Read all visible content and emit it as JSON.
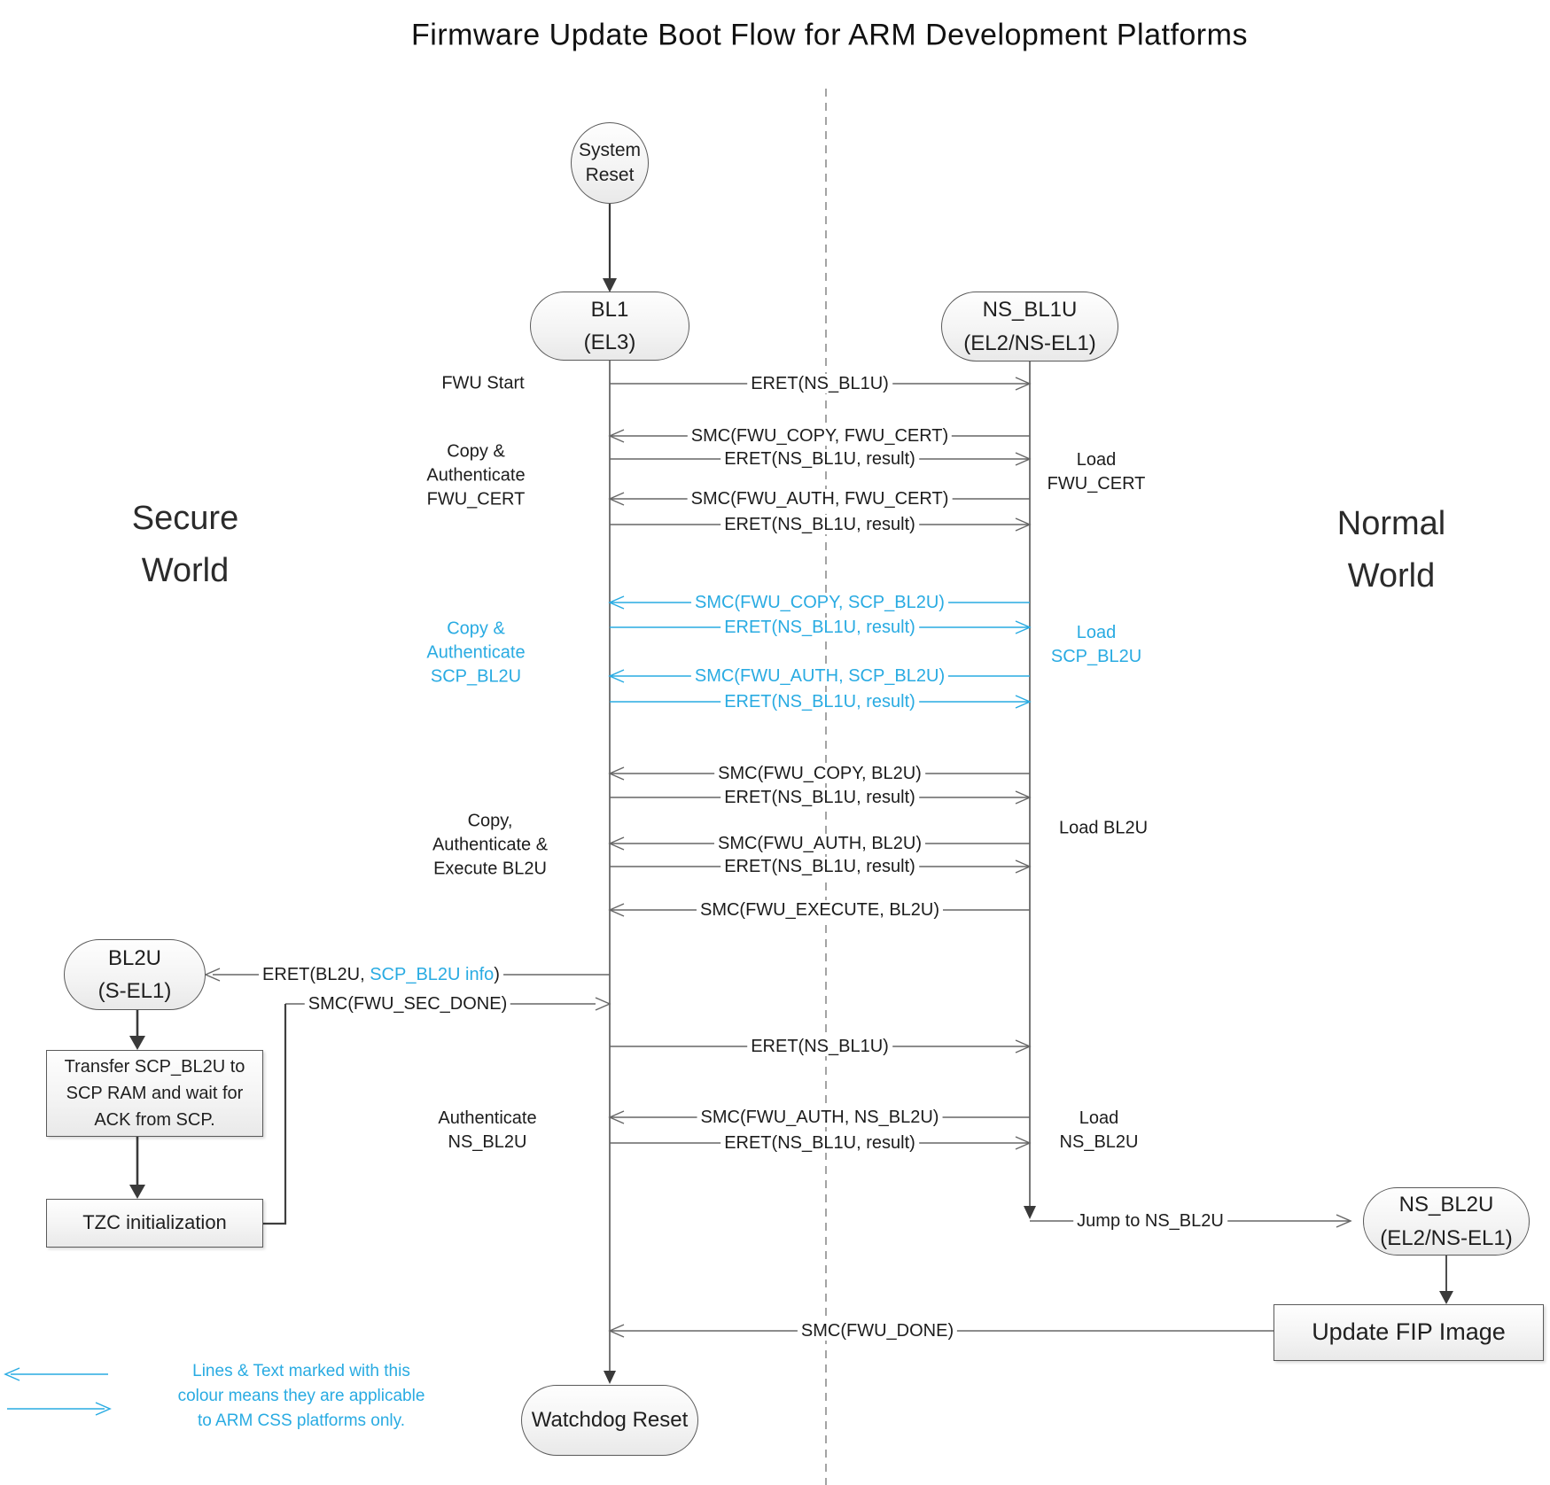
{
  "title": "Firmware Update Boot Flow for ARM Development Platforms",
  "world_labels": {
    "secure": "Secure\nWorld",
    "normal": "Normal\nWorld"
  },
  "nodes": {
    "system_reset": "System\nReset",
    "bl1": "BL1\n(EL3)",
    "ns_bl1u": "NS_BL1U\n(EL2/NS-EL1)",
    "bl2u": "BL2U\n(S-EL1)",
    "ns_bl2u": "NS_BL2U\n(EL2/NS-EL1)",
    "update_fip": "Update FIP Image",
    "watchdog_reset": "Watchdog Reset",
    "transfer_scp": "Transfer SCP_BL2U to\nSCP RAM and wait for\nACK from SCP.",
    "tzc": "TZC initialization"
  },
  "messages": [
    {
      "text": "ERET(NS_BL1U)",
      "dir": "right",
      "color": "black"
    },
    {
      "text": "SMC(FWU_COPY, FWU_CERT)",
      "dir": "left",
      "color": "black"
    },
    {
      "text": "ERET(NS_BL1U, result)",
      "dir": "right",
      "color": "black"
    },
    {
      "text": "SMC(FWU_AUTH, FWU_CERT)",
      "dir": "left",
      "color": "black"
    },
    {
      "text": "ERET(NS_BL1U, result)",
      "dir": "right",
      "color": "black"
    },
    {
      "text": "SMC(FWU_COPY, SCP_BL2U)",
      "dir": "left",
      "color": "blue"
    },
    {
      "text": "ERET(NS_BL1U, result)",
      "dir": "right",
      "color": "blue"
    },
    {
      "text": "SMC(FWU_AUTH, SCP_BL2U)",
      "dir": "left",
      "color": "blue"
    },
    {
      "text": "ERET(NS_BL1U, result)",
      "dir": "right",
      "color": "blue"
    },
    {
      "text": "SMC(FWU_COPY, BL2U)",
      "dir": "left",
      "color": "black"
    },
    {
      "text": "ERET(NS_BL1U, result)",
      "dir": "right",
      "color": "black"
    },
    {
      "text": "SMC(FWU_AUTH, BL2U)",
      "dir": "left",
      "color": "black"
    },
    {
      "text": "ERET(NS_BL1U, result)",
      "dir": "right",
      "color": "black"
    },
    {
      "text": "SMC(FWU_EXECUTE, BL2U)",
      "dir": "left",
      "color": "black"
    },
    {
      "pre": "ERET(BL2U, ",
      "highlight": "SCP_BL2U info",
      "post": ")",
      "dir": "left",
      "color": "mixed"
    },
    {
      "text": "SMC(FWU_SEC_DONE)",
      "dir": "right",
      "color": "black"
    },
    {
      "text": "ERET(NS_BL1U)",
      "dir": "right",
      "color": "black"
    },
    {
      "text": "SMC(FWU_AUTH, NS_BL2U)",
      "dir": "left",
      "color": "black"
    },
    {
      "text": "ERET(NS_BL1U, result)",
      "dir": "right",
      "color": "black"
    },
    {
      "text": "Jump to NS_BL2U",
      "dir": "right",
      "color": "black"
    },
    {
      "text": "SMC(FWU_DONE)",
      "dir": "left",
      "color": "black"
    }
  ],
  "left_notes": [
    {
      "text": "FWU Start",
      "blue": false
    },
    {
      "text": "Copy &\nAuthenticate\nFWU_CERT",
      "blue": false
    },
    {
      "text": "Copy &\nAuthenticate\nSCP_BL2U",
      "blue": true
    },
    {
      "text": "Copy,\nAuthenticate &\nExecute BL2U",
      "blue": false
    },
    {
      "text": "Authenticate\nNS_BL2U",
      "blue": false
    }
  ],
  "right_notes": [
    {
      "text": "Load\nFWU_CERT",
      "blue": false
    },
    {
      "text": "Load\nSCP_BL2U",
      "blue": true
    },
    {
      "text": "Load BL2U",
      "blue": false
    },
    {
      "text": "Load\nNS_BL2U",
      "blue": false
    }
  ],
  "legend": {
    "note": "Lines & Text marked with this\ncolour means they are applicable\nto ARM CSS platforms only."
  },
  "colors": {
    "highlight_blue": "#29ABE2",
    "line_gray": "#666666"
  }
}
